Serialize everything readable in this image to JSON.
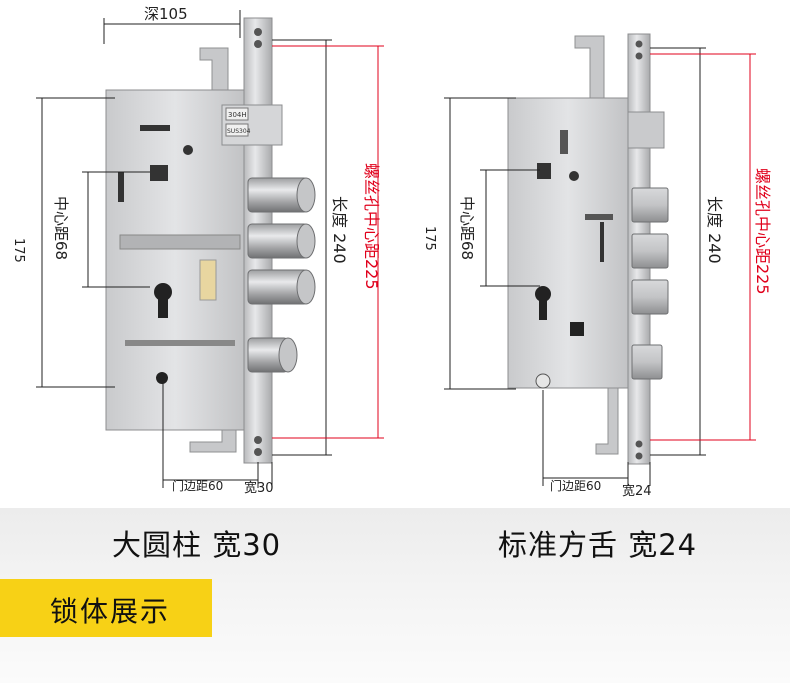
{
  "left_lock": {
    "depth_label": "深105",
    "height_label": "175",
    "center_distance_label": "中心距68",
    "length_label": "长度 240",
    "screw_hole_label": "螺丝孔中心距225",
    "backset_label": "门边距60",
    "width_label": "宽30",
    "stamp_labels": [
      "304H",
      "SUS304"
    ]
  },
  "right_lock": {
    "height_label": "175",
    "center_distance_label": "中心距68",
    "length_label": "长度 240",
    "screw_hole_label": "螺丝孔中心距225",
    "backset_label": "门边距60",
    "width_label": "宽24"
  },
  "captions": {
    "left": "大圆柱 宽30",
    "right": "标准方舌 宽24"
  },
  "banner": {
    "text": "锁体展示"
  },
  "colors": {
    "dimension_red": "#e0001b",
    "banner_yellow": "#f7d116",
    "dimension_line": "#222222"
  }
}
